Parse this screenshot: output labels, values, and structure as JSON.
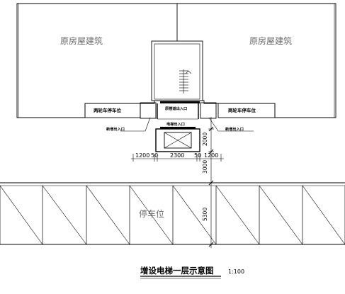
{
  "labels": {
    "building_left": "原房屋建筑",
    "building_right": "原房屋建筑",
    "bike_left": "两轮车停车位",
    "bike_right": "两轮车停车位",
    "original_entrance": "原楼道出入口",
    "new_entrance_left": "新增出入口",
    "new_entrance_right": "新增出入口",
    "elevator_entrance": "电梯出入口",
    "parking": "停车位"
  },
  "dimensions": {
    "h_1": "1200",
    "h_2": "50",
    "h_3": "2300",
    "h_4": "50",
    "h_5": "1200",
    "v_1": "2000",
    "v_2": "3000",
    "v_3": "5300"
  },
  "title": {
    "text": "增设电梯一层示意图",
    "scale": "1:100"
  }
}
